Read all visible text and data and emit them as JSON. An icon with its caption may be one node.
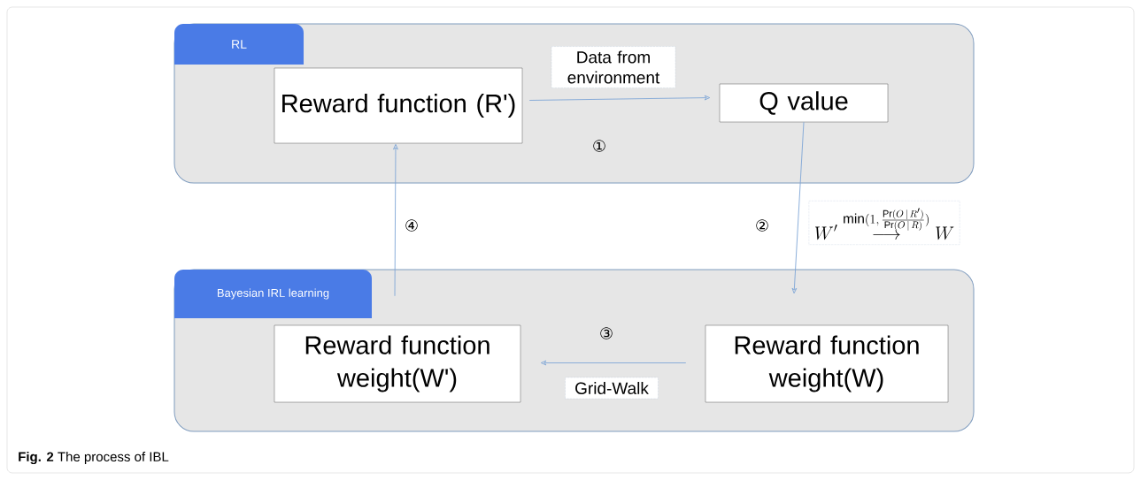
{
  "diagram": {
    "caption": "**Fig. 2** The process of IBL",
    "nodes": [
      {
        "text": [
          "RL"
        ]
      },
      {
        "text": [
          "Reward function (R')"
        ],
        "in": 0
      },
      {
        "text": [
          "Q value"
        ],
        "in": 0
      },
      {
        "text": [
          "Bayesian IRL learning"
        ]
      },
      {
        "text": [
          "Reward function weight(W)"
        ],
        "in": 3
      },
      {
        "text": [
          "Reward function weight(W')"
        ],
        "in": 3
      }
    ],
    "edges": [
      {
        "from": 1,
        "to": 2,
        "arrow": "to",
        "label": "Data from environment"
      },
      {
        "from": 2,
        "to": 4,
        "arrow": "to",
        "label": "W'\\overset{\\min(1,\\,\\frac{\\Pr(O\\,|\\,R')}{\\Pr(O\\,|\\,R)})}{\\longrightarrow}W"
      },
      {
        "from": 4,
        "to": 5,
        "arrow": "to",
        "label": "Grid-Walk"
      },
      {
        "from": 5,
        "to": 1,
        "arrow": "to"
      }
    ],
    "labels": [
      "①",
      "②",
      "③",
      "④"
    ]
  }
}
